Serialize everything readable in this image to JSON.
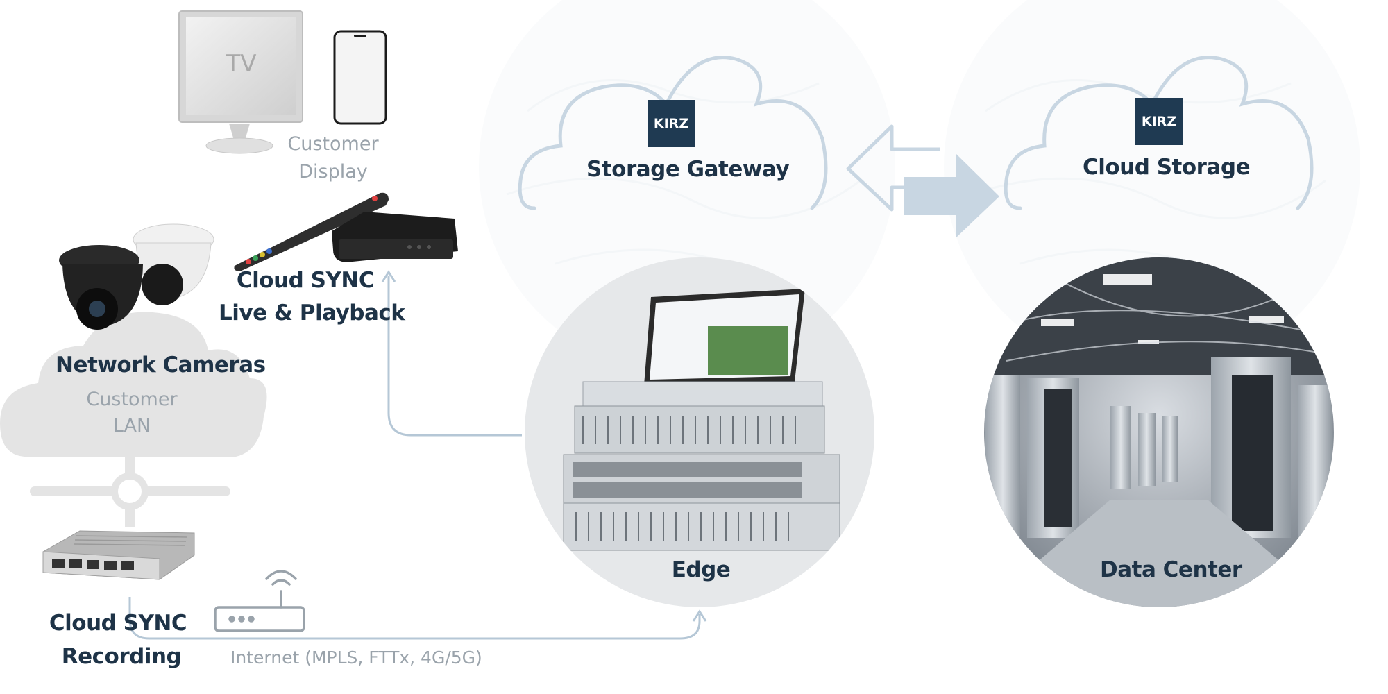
{
  "colors": {
    "navy": "#1e3347",
    "logo_bg": "#1f3a52",
    "light_blue": "#c8d6e2",
    "line_blue": "#b5c7d6",
    "grey_text": "#9aa3ab",
    "cloud_grey": "#e4e4e4",
    "circle_bg": "#e6e8ea"
  },
  "icons": [
    "tv-monitor-icon",
    "smartphone-icon",
    "remote-control-icon",
    "set-top-box-icon",
    "dome-camera-icon",
    "network-switch-icon",
    "wifi-router-icon",
    "server-rack-icon",
    "laptop-icon",
    "data-center-icon",
    "arrow-left-icon",
    "arrow-right-icon"
  ],
  "display": {
    "tv_label": "TV",
    "label_line1": "Customer",
    "label_line2": "Display"
  },
  "cloud_sync_live": {
    "line1": "Cloud SYNC",
    "line2": "Live & Playback"
  },
  "cameras": {
    "title": "Network Cameras",
    "lan_line1": "Customer",
    "lan_line2": "LAN"
  },
  "recording": {
    "line1": "Cloud SYNC",
    "line2": "Recording"
  },
  "internet": {
    "label": "Internet (MPLS, FTTx, 4G/5G)"
  },
  "storage_gateway": {
    "logo": "KIRZ",
    "label": "Storage Gateway"
  },
  "cloud_storage": {
    "logo": "KIRZ",
    "label": "Cloud Storage"
  },
  "edge": {
    "label": "Edge"
  },
  "data_center": {
    "label": "Data Center"
  }
}
